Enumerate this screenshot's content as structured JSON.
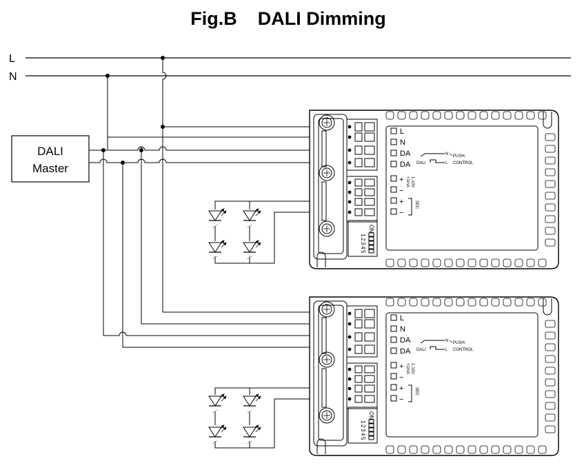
{
  "title": "Fig.B    DALI Dimming",
  "mains": {
    "line": "L",
    "neutral": "N"
  },
  "dali_master": {
    "line1": "DALI",
    "line2": "Master"
  },
  "driver_terminals": {
    "input": [
      "L",
      "N",
      "DA",
      "DA"
    ],
    "output": [
      "+",
      "−",
      "+",
      "−"
    ],
    "dimming_input": "1-10V",
    "current_limit": "<1mA",
    "secondary": "SEC",
    "push_label": "PUSH-",
    "control_label": "CONTROL",
    "dali_label": "DALI",
    "switch_l": "L",
    "switch_n": "N",
    "dip_on": "ON",
    "dip_numbers": [
      "1",
      "2",
      "3",
      "4",
      "5"
    ]
  },
  "drivers": [
    {
      "name": "driver-top"
    },
    {
      "name": "driver-bottom"
    }
  ]
}
